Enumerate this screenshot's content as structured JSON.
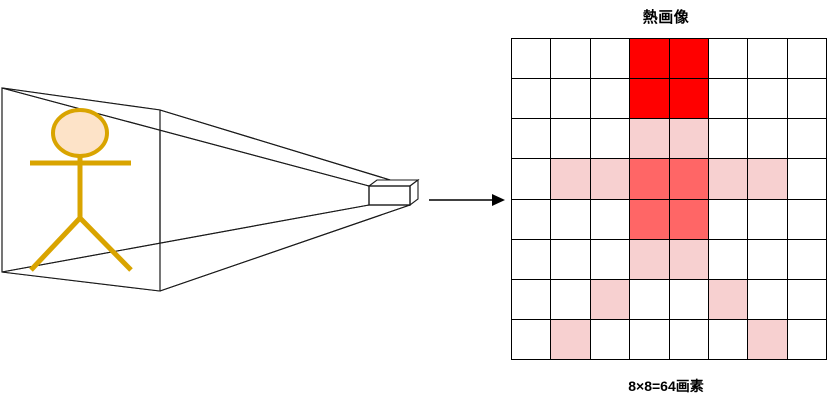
{
  "figure": {
    "title": "熱画像",
    "caption": "8×8=64画素"
  },
  "scene": {
    "subject_label": "stick-figure-person",
    "camera_label": "thermal-camera-sensor",
    "arrow_label": "flow-arrow"
  },
  "colors": {
    "hot": "#ff0000",
    "warm": "#ff6666",
    "cool": "#f7d0d0",
    "background": "#ffffff",
    "grid_line": "#000000",
    "figure_stroke": "#d9a400",
    "head_fill": "#fde3c8",
    "outline": "#1a1a1a"
  },
  "chart_data": {
    "type": "heatmap",
    "title": "熱画像",
    "caption": "8×8=64画素",
    "rows": 8,
    "cols": 8,
    "xlabel": "",
    "ylabel": "",
    "grid": true,
    "legend": "none",
    "levels": [
      {
        "name": "none",
        "value": 0,
        "color": "#ffffff"
      },
      {
        "name": "cool",
        "value": 1,
        "color": "#f7d0d0"
      },
      {
        "name": "warm",
        "value": 2,
        "color": "#ff6666"
      },
      {
        "name": "hot",
        "value": 3,
        "color": "#ff0000"
      }
    ],
    "values": [
      [
        0,
        0,
        0,
        3,
        3,
        0,
        0,
        0
      ],
      [
        0,
        0,
        0,
        3,
        3,
        0,
        0,
        0
      ],
      [
        0,
        0,
        0,
        1,
        1,
        0,
        0,
        0
      ],
      [
        0,
        1,
        1,
        2,
        2,
        1,
        1,
        0
      ],
      [
        0,
        0,
        0,
        2,
        2,
        0,
        0,
        0
      ],
      [
        0,
        0,
        0,
        1,
        1,
        0,
        0,
        0
      ],
      [
        0,
        0,
        1,
        0,
        0,
        1,
        0,
        0
      ],
      [
        0,
        1,
        0,
        0,
        0,
        0,
        1,
        0
      ]
    ]
  }
}
